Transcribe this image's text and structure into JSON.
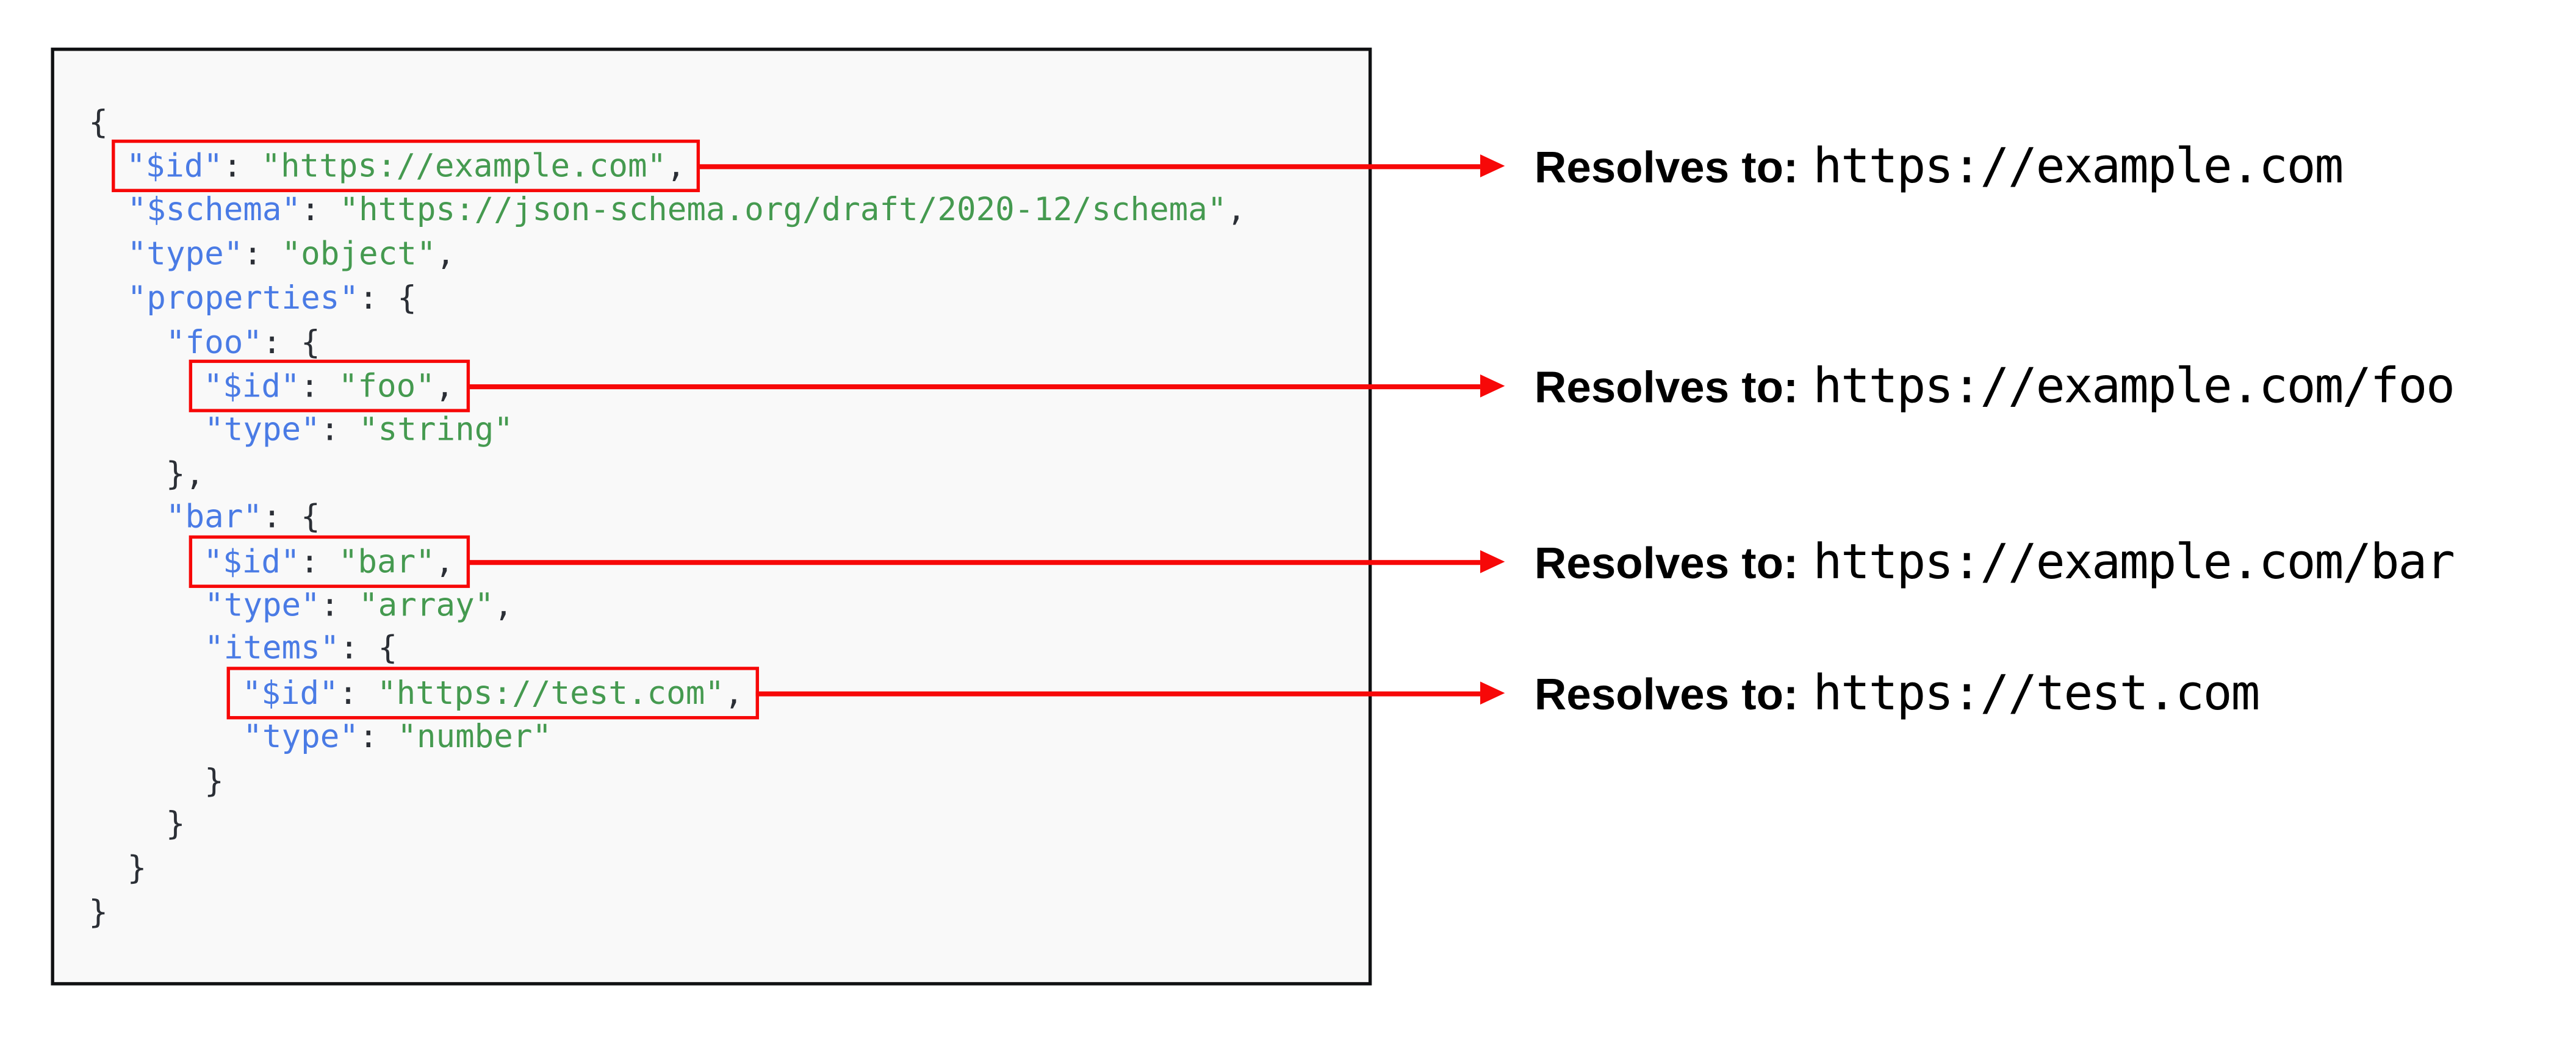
{
  "colors": {
    "accent_red": "#f70808",
    "key_blue": "#4a7be5",
    "string_green": "#459a50",
    "punct_dark": "#2b2f36",
    "panel_bg": "#f9f9f9",
    "panel_border": "#101113",
    "text_black": "#000000"
  },
  "code": {
    "lines": [
      [
        {
          "t": "{",
          "c": "p"
        }
      ],
      [
        {
          "t": "  ",
          "c": "p"
        },
        {
          "t": "\"$id\"",
          "c": "k",
          "box": true
        },
        {
          "t": ": ",
          "c": "p",
          "box": true
        },
        {
          "t": "\"https://example.com\"",
          "c": "s",
          "box": true
        },
        {
          "t": ",",
          "c": "p",
          "box": true
        }
      ],
      [
        {
          "t": "  ",
          "c": "p"
        },
        {
          "t": "\"$schema\"",
          "c": "k"
        },
        {
          "t": ": ",
          "c": "p"
        },
        {
          "t": "\"https://json-schema.org/draft/2020-12/schema\"",
          "c": "s"
        },
        {
          "t": ",",
          "c": "p"
        }
      ],
      [
        {
          "t": "  ",
          "c": "p"
        },
        {
          "t": "\"type\"",
          "c": "k"
        },
        {
          "t": ": ",
          "c": "p"
        },
        {
          "t": "\"object\"",
          "c": "s"
        },
        {
          "t": ",",
          "c": "p"
        }
      ],
      [
        {
          "t": "  ",
          "c": "p"
        },
        {
          "t": "\"properties\"",
          "c": "k"
        },
        {
          "t": ": ",
          "c": "p"
        },
        {
          "t": "{",
          "c": "p"
        }
      ],
      [
        {
          "t": "    ",
          "c": "p"
        },
        {
          "t": "\"foo\"",
          "c": "k"
        },
        {
          "t": ": ",
          "c": "p"
        },
        {
          "t": "{",
          "c": "p"
        }
      ],
      [
        {
          "t": "      ",
          "c": "p"
        },
        {
          "t": "\"$id\"",
          "c": "k",
          "box": true
        },
        {
          "t": ": ",
          "c": "p",
          "box": true
        },
        {
          "t": "\"foo\"",
          "c": "s",
          "box": true
        },
        {
          "t": ",",
          "c": "p",
          "box": true
        }
      ],
      [
        {
          "t": "      ",
          "c": "p"
        },
        {
          "t": "\"type\"",
          "c": "k"
        },
        {
          "t": ": ",
          "c": "p"
        },
        {
          "t": "\"string\"",
          "c": "s"
        }
      ],
      [
        {
          "t": "    },",
          "c": "p"
        }
      ],
      [
        {
          "t": "    ",
          "c": "p"
        },
        {
          "t": "\"bar\"",
          "c": "k"
        },
        {
          "t": ": ",
          "c": "p"
        },
        {
          "t": "{",
          "c": "p"
        }
      ],
      [
        {
          "t": "      ",
          "c": "p"
        },
        {
          "t": "\"$id\"",
          "c": "k",
          "box": true
        },
        {
          "t": ": ",
          "c": "p",
          "box": true
        },
        {
          "t": "\"bar\"",
          "c": "s",
          "box": true
        },
        {
          "t": ",",
          "c": "p",
          "box": true
        }
      ],
      [
        {
          "t": "      ",
          "c": "p"
        },
        {
          "t": "\"type\"",
          "c": "k"
        },
        {
          "t": ": ",
          "c": "p"
        },
        {
          "t": "\"array\"",
          "c": "s"
        },
        {
          "t": ",",
          "c": "p"
        }
      ],
      [
        {
          "t": "      ",
          "c": "p"
        },
        {
          "t": "\"items\"",
          "c": "k"
        },
        {
          "t": ": ",
          "c": "p"
        },
        {
          "t": "{",
          "c": "p"
        }
      ],
      [
        {
          "t": "        ",
          "c": "p"
        },
        {
          "t": "\"$id\"",
          "c": "k",
          "box": true
        },
        {
          "t": ": ",
          "c": "p",
          "box": true
        },
        {
          "t": "\"https://test.com\"",
          "c": "s",
          "box": true
        },
        {
          "t": ",",
          "c": "p",
          "box": true
        }
      ],
      [
        {
          "t": "        ",
          "c": "p"
        },
        {
          "t": "\"type\"",
          "c": "k"
        },
        {
          "t": ": ",
          "c": "p"
        },
        {
          "t": "\"number\"",
          "c": "s"
        }
      ],
      [
        {
          "t": "      }",
          "c": "p"
        }
      ],
      [
        {
          "t": "    }",
          "c": "p"
        }
      ],
      [
        {
          "t": "  }",
          "c": "p"
        }
      ],
      [
        {
          "t": "}",
          "c": "p"
        }
      ]
    ]
  },
  "annotations": [
    {
      "label": "Resolves to:",
      "url": "https://example.com"
    },
    {
      "label": "Resolves to:",
      "url": "https://example.com/foo"
    },
    {
      "label": "Resolves to:",
      "url": "https://example.com/bar"
    },
    {
      "label": "Resolves to:",
      "url": "https://test.com"
    }
  ]
}
